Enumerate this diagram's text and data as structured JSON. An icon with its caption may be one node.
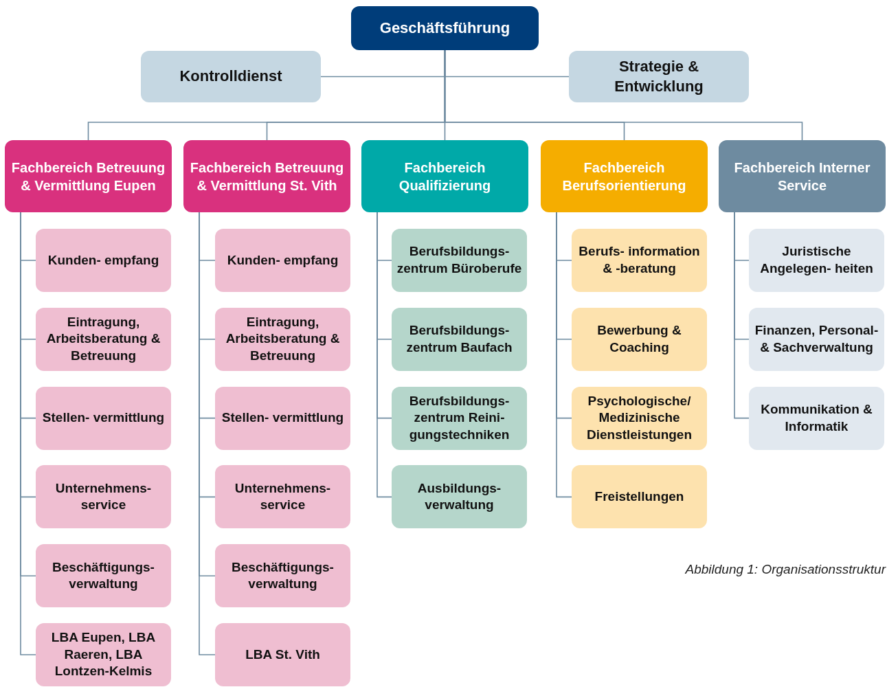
{
  "diagram": {
    "caption": "Abbildung 1: Organisationsstruktur",
    "nodes": [
      {
        "text": [
          "Geschäftsführung"
        ]
      },
      {
        "text": [
          "Kontrolldienst"
        ]
      },
      {
        "text": [
          "Strategie & Entwicklung"
        ]
      },
      {
        "text": [
          "Fachbereich Betreuung & Vermittlung Eupen"
        ]
      },
      {
        "text": [
          "Fachbereich Betreuung & Vermittlung St. Vith"
        ]
      },
      {
        "text": [
          "Fachbereich Qualifizierung"
        ]
      },
      {
        "text": [
          "Fachbereich Berufsorientierung"
        ]
      },
      {
        "text": [
          "Fachbereich Interner Service"
        ]
      },
      {
        "text": [
          "Kunden- empfang"
        ]
      },
      {
        "text": [
          "Eintragung, Arbeitsberatung & Betreuung"
        ]
      },
      {
        "text": [
          "Stellen- vermittlung"
        ]
      },
      {
        "text": [
          "Unternehmens- service"
        ]
      },
      {
        "text": [
          "Beschäftigungs- verwaltung"
        ]
      },
      {
        "text": [
          "LBA Eupen, LBA Raeren, LBA Lontzen-Kelmis"
        ]
      },
      {
        "text": [
          "Kunden- empfang"
        ]
      },
      {
        "text": [
          "Eintragung, Arbeitsberatung & Betreuung"
        ]
      },
      {
        "text": [
          "Stellen- vermittlung"
        ]
      },
      {
        "text": [
          "Unternehmens- service"
        ]
      },
      {
        "text": [
          "Beschäftigungs- verwaltung"
        ]
      },
      {
        "text": [
          "LBA St. Vith"
        ]
      },
      {
        "text": [
          "Berufsbildungs- zentrum Büroberufe"
        ]
      },
      {
        "text": [
          "Berufsbildungs- zentrum Baufach"
        ]
      },
      {
        "text": [
          "Berufsbildungs- zentrum Reini- gungstechniken"
        ]
      },
      {
        "text": [
          "Ausbildungs- verwaltung"
        ]
      },
      {
        "text": [
          "Berufs- information & -beratung"
        ]
      },
      {
        "text": [
          "Bewerbung & Coaching"
        ]
      },
      {
        "text": [
          "Psychologische/ Medizinische Dienstleistungen"
        ]
      },
      {
        "text": [
          "Freistellungen"
        ]
      },
      {
        "text": [
          "Juristische Angelegen- heiten"
        ]
      },
      {
        "text": [
          "Finanzen, Personal- & Sachverwaltung"
        ]
      },
      {
        "text": [
          "Kommunikation & Informatik"
        ]
      }
    ],
    "edges": [
      {
        "from": 0,
        "to": 1,
        "arrow": "none"
      },
      {
        "from": 0,
        "to": 2,
        "arrow": "none"
      },
      {
        "from": 0,
        "to": 3,
        "arrow": "none"
      },
      {
        "from": 0,
        "to": 4,
        "arrow": "none"
      },
      {
        "from": 0,
        "to": 5,
        "arrow": "none"
      },
      {
        "from": 0,
        "to": 6,
        "arrow": "none"
      },
      {
        "from": 0,
        "to": 7,
        "arrow": "none"
      },
      {
        "from": 3,
        "to": 8,
        "arrow": "none"
      },
      {
        "from": 3,
        "to": 9,
        "arrow": "none"
      },
      {
        "from": 3,
        "to": 10,
        "arrow": "none"
      },
      {
        "from": 3,
        "to": 11,
        "arrow": "none"
      },
      {
        "from": 3,
        "to": 12,
        "arrow": "none"
      },
      {
        "from": 3,
        "to": 13,
        "arrow": "none"
      },
      {
        "from": 4,
        "to": 14,
        "arrow": "none"
      },
      {
        "from": 4,
        "to": 15,
        "arrow": "none"
      },
      {
        "from": 4,
        "to": 16,
        "arrow": "none"
      },
      {
        "from": 4,
        "to": 17,
        "arrow": "none"
      },
      {
        "from": 4,
        "to": 18,
        "arrow": "none"
      },
      {
        "from": 4,
        "to": 19,
        "arrow": "none"
      },
      {
        "from": 5,
        "to": 20,
        "arrow": "none"
      },
      {
        "from": 5,
        "to": 21,
        "arrow": "none"
      },
      {
        "from": 5,
        "to": 22,
        "arrow": "none"
      },
      {
        "from": 5,
        "to": 23,
        "arrow": "none"
      },
      {
        "from": 6,
        "to": 24,
        "arrow": "none"
      },
      {
        "from": 6,
        "to": 25,
        "arrow": "none"
      },
      {
        "from": 6,
        "to": 26,
        "arrow": "none"
      },
      {
        "from": 6,
        "to": 27,
        "arrow": "none"
      },
      {
        "from": 7,
        "to": 28,
        "arrow": "none"
      },
      {
        "from": 7,
        "to": 29,
        "arrow": "none"
      },
      {
        "from": 7,
        "to": 30,
        "arrow": "none"
      }
    ]
  }
}
